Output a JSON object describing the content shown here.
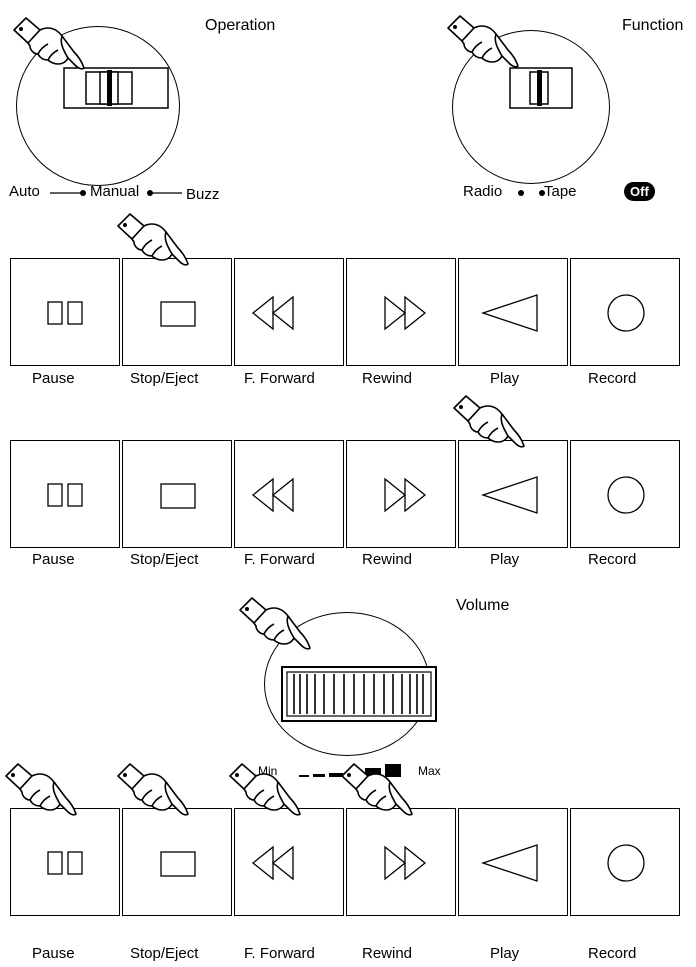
{
  "operation": {
    "title": "Operation",
    "options": [
      "Auto",
      "Manual",
      "Buzz"
    ]
  },
  "function": {
    "title": "Function",
    "options": [
      "Radio",
      "Tape"
    ],
    "off_badge": "Off"
  },
  "button_rows": [
    {
      "labels": [
        "Pause",
        "Stop/Eject",
        "F. Forward",
        "Rewind",
        "Play",
        "Record"
      ],
      "pressed": [
        "Stop/Eject"
      ]
    },
    {
      "labels": [
        "Pause",
        "Stop/Eject",
        "F. Forward",
        "Rewind",
        "Play",
        "Record"
      ],
      "pressed": [
        "Play"
      ]
    },
    {
      "labels": [
        "Pause",
        "Stop/Eject",
        "F. Forward",
        "Rewind",
        "Play",
        "Record"
      ],
      "pressed": [
        "Pause",
        "Stop/Eject",
        "F. Forward",
        "Rewind"
      ]
    }
  ],
  "volume": {
    "title": "Volume",
    "min_label": "Min",
    "max_label": "Max"
  },
  "icons": [
    "hand-pointer-icon",
    "pause-icon",
    "stop-icon",
    "fast-forward-icon",
    "rewind-icon",
    "play-icon",
    "record-icon"
  ]
}
